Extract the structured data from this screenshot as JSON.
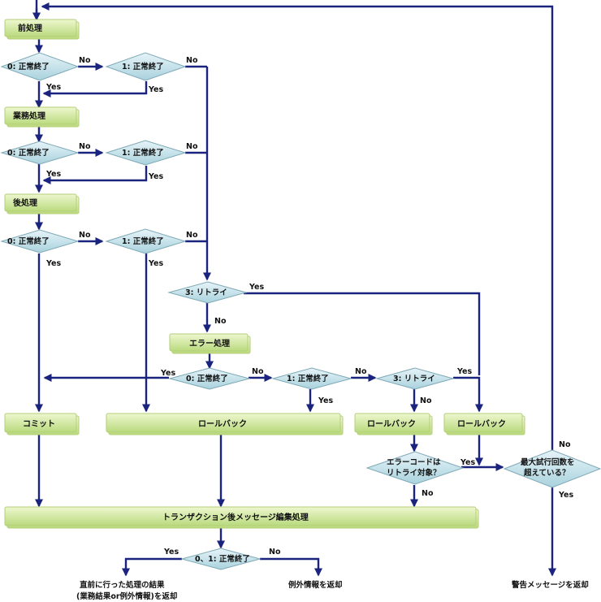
{
  "boxes": {
    "preprocess": "前処理",
    "business": "業務処理",
    "postprocess": "後処理",
    "error_process": "エラー処理",
    "commit": "コミット",
    "rollback_main": "ロールバック",
    "rollback_retry": "ロールバック",
    "rollback_retry_yes": "ロールバック",
    "post_message": "トランザクション後メッセージ編集処理"
  },
  "decisions": {
    "d0": "0: 正常終了",
    "d1": "1: 正常終了",
    "d3": "3: リトライ",
    "d01": "0、1: 正常終了",
    "retry_target_line1": "エラーコードは",
    "retry_target_line2": "リトライ対象？",
    "max_retry_line1": "最大試行回数を",
    "max_retry_line2": "超えている？"
  },
  "labels": {
    "yes": "Yes",
    "no": "No"
  },
  "outputs": {
    "result_line1": "直前に行った処理の結果",
    "result_line2": "(業務結果or例外情報)を返却",
    "exception": "例外情報を返却",
    "warning": "警告メッセージを返却"
  }
}
